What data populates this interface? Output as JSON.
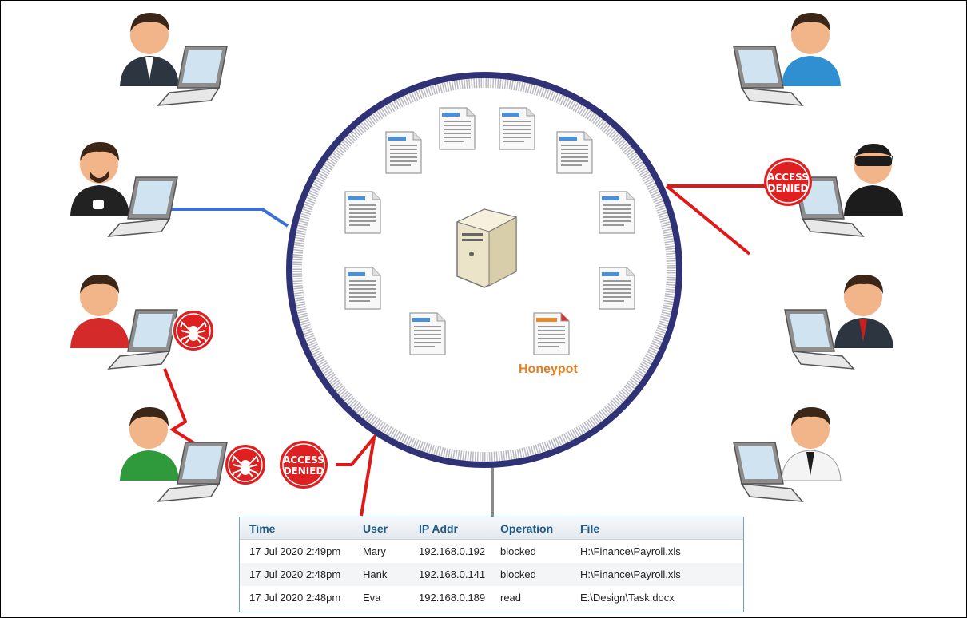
{
  "honeypot_label": "Honeypot",
  "access_denied_badge": [
    "ACCESS",
    "DENIED"
  ],
  "log": {
    "columns": [
      "Time",
      "User",
      "IP Addr",
      "Operation",
      "File"
    ],
    "rows": [
      [
        "17 Jul 2020 2:49pm",
        "Mary",
        "192.168.0.192",
        "blocked",
        "H:\\Finance\\Payroll.xls"
      ],
      [
        "17 Jul 2020 2:48pm",
        "Hank",
        "192.168.0.141",
        "blocked",
        "H:\\Finance\\Payroll.xls"
      ],
      [
        "17 Jul 2020 2:48pm",
        "Eva",
        "192.168.0.189",
        "read",
        "E:\\Design\\Task.docx"
      ]
    ]
  },
  "colors": {
    "ring": "#2f3275",
    "allowed_link": "#3a6fd8",
    "blocked_link": "#e21818",
    "honeypot_text": "#e87d1e",
    "table_header_text": "#1f5a88"
  },
  "icons": [
    "user-laptop-icon",
    "server-icon",
    "document-icon",
    "honeypot-document-icon",
    "spider-icon",
    "access-denied-badge",
    "hacker-icon"
  ]
}
